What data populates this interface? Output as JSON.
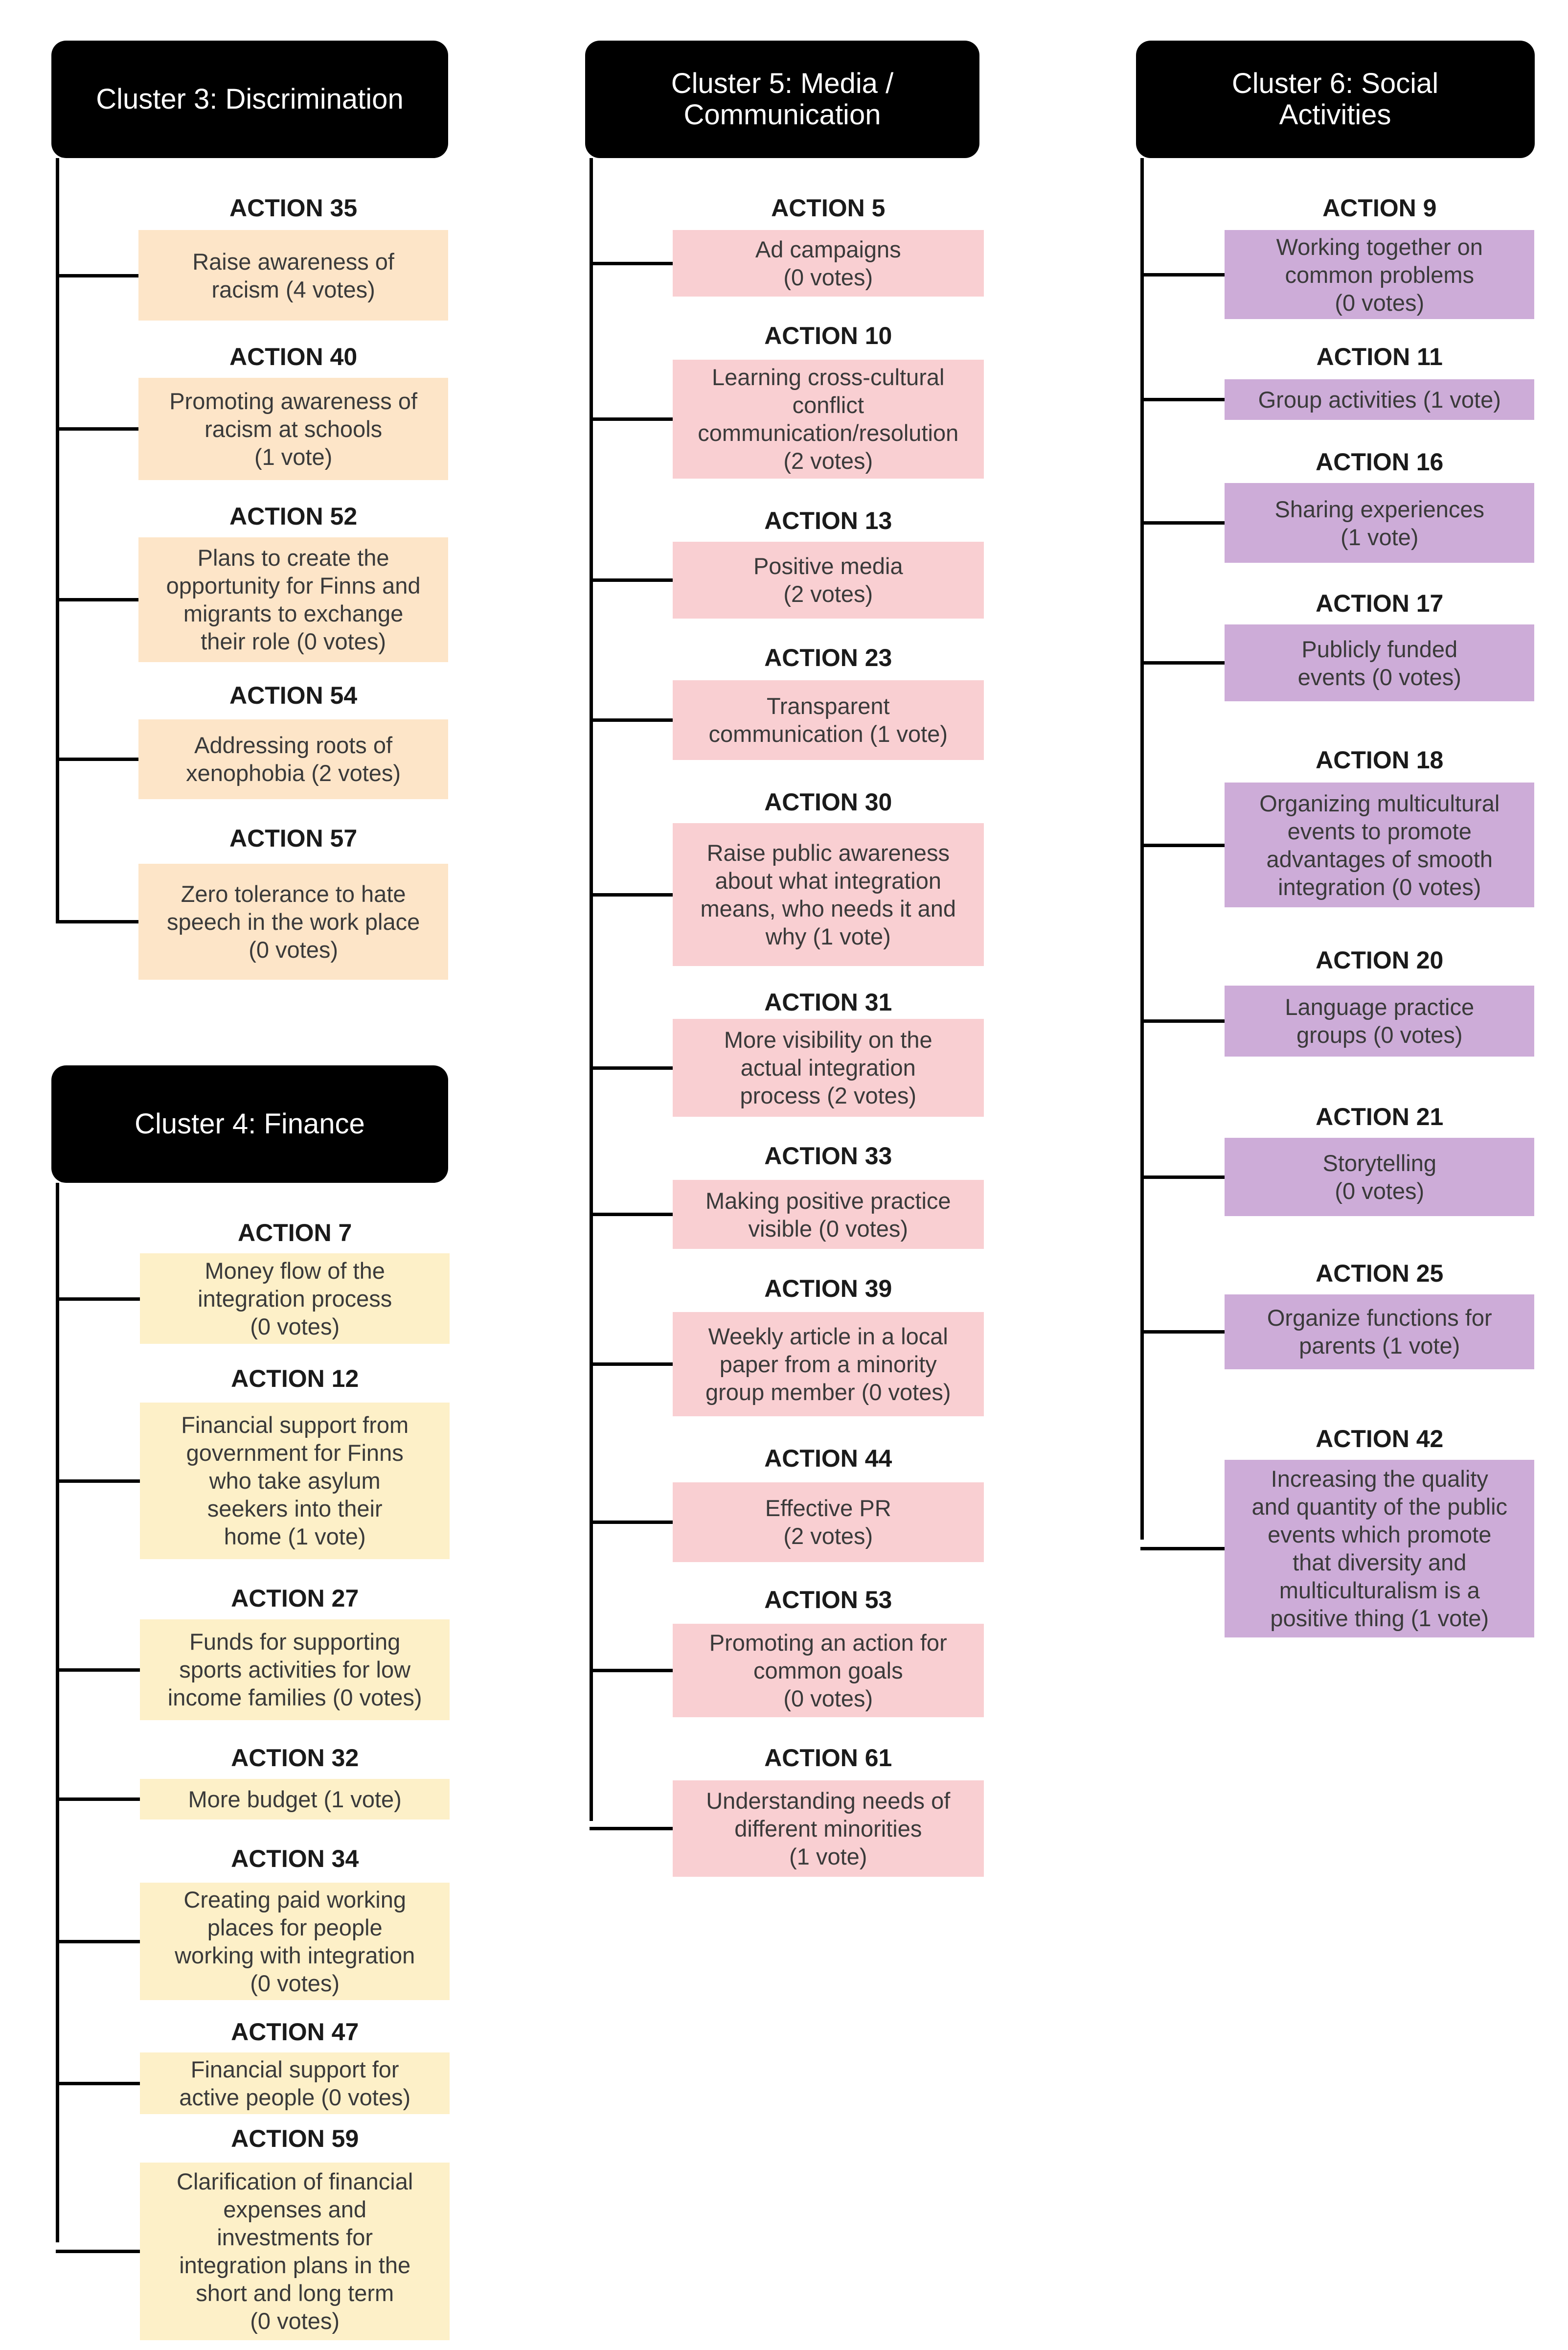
{
  "colors": {
    "discrimination_fill": "#fde5c8",
    "finance_fill": "#fdf0c8",
    "media_fill": "#f9cfd2",
    "social_fill": "#cdacd8",
    "header_fill": "#000000",
    "header_text": "#ffffff",
    "connector": "#000000"
  },
  "clusters": [
    {
      "key": "c3",
      "title": "Cluster 3: Discrimination",
      "actions": [
        {
          "label": "ACTION 35",
          "text": "Raise awareness of\nracism (4 votes)"
        },
        {
          "label": "ACTION 40",
          "text": "Promoting awareness of\nracism at schools\n(1 vote)"
        },
        {
          "label": "ACTION 52",
          "text": "Plans to create the\nopportunity for Finns and\nmigrants to exchange\ntheir role (0 votes)"
        },
        {
          "label": "ACTION 54",
          "text": "Addressing roots of\nxenophobia  (2 votes)"
        },
        {
          "label": "ACTION 57",
          "text": "Zero tolerance to hate\nspeech in the work place\n(0 votes)"
        }
      ]
    },
    {
      "key": "c4",
      "title": "Cluster 4: Finance",
      "actions": [
        {
          "label": "ACTION 7",
          "text": "Money flow of the\nintegration process\n(0 votes)"
        },
        {
          "label": "ACTION 12",
          "text": "Financial support from\ngovernment for Finns\nwho take asylum\nseekers into their\nhome (1 vote)"
        },
        {
          "label": "ACTION 27",
          "text": "Funds for supporting\nsports activities for low\nincome families (0 votes)"
        },
        {
          "label": "ACTION 32",
          "text": "More budget (1 vote)"
        },
        {
          "label": "ACTION 34",
          "text": "Creating paid working\nplaces for people\nworking with integration\n(0 votes)"
        },
        {
          "label": "ACTION 47",
          "text": "Financial support for\nactive people (0 votes)"
        },
        {
          "label": "ACTION 59",
          "text": "Clarification of financial\nexpenses and\ninvestments for\nintegration plans in the\nshort and long term\n(0 votes)"
        }
      ]
    },
    {
      "key": "c5",
      "title": "Cluster 5: Media /\nCommunication",
      "actions": [
        {
          "label": "ACTION 5",
          "text": "Ad campaigns\n(0 votes)"
        },
        {
          "label": "ACTION 10",
          "text": "Learning cross-cultural\nconflict\ncommunication/resolution\n(2 votes)"
        },
        {
          "label": "ACTION 13",
          "text": "Positive media\n(2 votes)"
        },
        {
          "label": "ACTION 23",
          "text": "Transparent\ncommunication (1 vote)"
        },
        {
          "label": "ACTION 30",
          "text": "Raise public awareness\nabout what integration\nmeans, who needs it and\nwhy (1 vote)"
        },
        {
          "label": "ACTION 31",
          "text": "More visibility on the\nactual integration\nprocess (2 votes)"
        },
        {
          "label": "ACTION 33",
          "text": "Making positive practice\nvisible (0 votes)"
        },
        {
          "label": "ACTION 39",
          "text": "Weekly article in a local\npaper from a minority\ngroup member (0 votes)"
        },
        {
          "label": "ACTION 44",
          "text": "Effective PR\n(2 votes)"
        },
        {
          "label": "ACTION 53",
          "text": "Promoting an action for\ncommon goals\n(0 votes)"
        },
        {
          "label": "ACTION 61",
          "text": "Understanding needs of\ndifferent minorities\n(1 vote)"
        }
      ]
    },
    {
      "key": "c6",
      "title": "Cluster 6: Social\nActivities",
      "actions": [
        {
          "label": "ACTION 9",
          "text": "Working together on\ncommon problems\n(0 votes)"
        },
        {
          "label": "ACTION 11",
          "text": "Group activities (1 vote)"
        },
        {
          "label": "ACTION 16",
          "text": "Sharing experiences\n(1 vote)"
        },
        {
          "label": "ACTION 17",
          "text": "Publicly funded\nevents (0 votes)"
        },
        {
          "label": "ACTION 18",
          "text": "Organizing multicultural\nevents to promote\nadvantages of smooth\nintegration (0 votes)"
        },
        {
          "label": "ACTION 20",
          "text": "Language practice\ngroups (0 votes)"
        },
        {
          "label": "ACTION 21",
          "text": "Storytelling\n(0 votes)"
        },
        {
          "label": "ACTION 25",
          "text": "Organize functions for\nparents (1 vote)"
        },
        {
          "label": "ACTION 42",
          "text": "Increasing the quality\nand quantity of the public\nevents which promote\nthat diversity and\nmulticulturalism is a\npositive thing (1 vote)"
        }
      ]
    }
  ]
}
